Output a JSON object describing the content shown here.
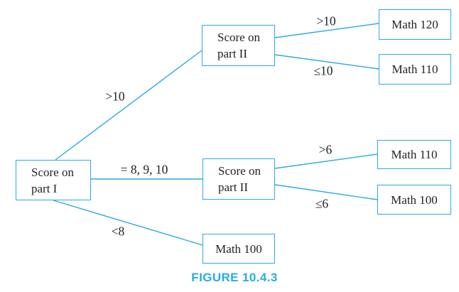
{
  "colors": {
    "accent": "#29ABE2",
    "text": "#231F20",
    "background": "#ffffff"
  },
  "caption": "FIGURE 10.4.3",
  "nodes": {
    "root": {
      "line1": "Score on",
      "line2": "part I"
    },
    "part2_top": {
      "line1": "Score on",
      "line2": "part II"
    },
    "part2_mid": {
      "line1": "Score on",
      "line2": "part II"
    },
    "leaf_math120": "Math 120",
    "leaf_math110_top": "Math 110",
    "leaf_math110_mid": "Math 110",
    "leaf_math100_mid": "Math 100",
    "leaf_math100_bottom": "Math 100"
  },
  "edges": {
    "root_to_part2_top": ">10",
    "root_to_part2_mid": "= 8, 9, 10",
    "root_to_math100_bottom": "<8",
    "part2top_to_math120": ">10",
    "part2top_to_math110": "≤10",
    "part2mid_to_math110": ">6",
    "part2mid_to_math100": "≤6"
  }
}
